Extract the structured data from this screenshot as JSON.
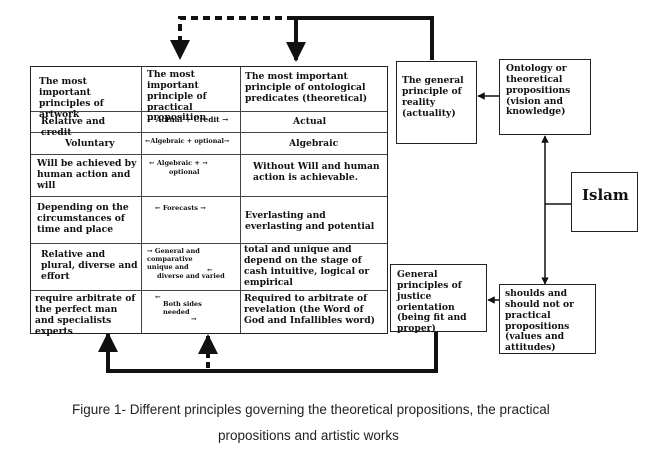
{
  "table": {
    "headers": [
      "The most important principles of artwork",
      "The most important principle of practical proposition",
      "The most important principle of ontological predicates (theoretical)"
    ],
    "rows": [
      {
        "artwork": "Relative and credit",
        "practical": "← Actual + Credit →",
        "theoretical": "Actual"
      },
      {
        "artwork": "Voluntary",
        "practical": "←Algebraic + optional→",
        "theoretical": "Algebraic"
      },
      {
        "artwork": "Will be achieved by human action and will",
        "practical_a": "←       Algebraic +       →",
        "practical_b": "optional",
        "theoretical": "Without Will and human action is achievable."
      },
      {
        "artwork": "Depending on the circumstances of time and place",
        "practical": "←      Forecasts      →",
        "theoretical": "Everlasting and everlasting and potential"
      },
      {
        "artwork": "Relative and plural, diverse and effort",
        "practical_a": "→ General and comparative unique and",
        "practical_b": "diverse and varied",
        "practical_c": "←",
        "theoretical": "total and unique and depend on the stage of cash intuitive, logical or empirical"
      },
      {
        "artwork": "require arbitrate of the perfect man and specialists experts",
        "practical_a": "←",
        "practical_b": "Both sides needed",
        "practical_c": "→",
        "theoretical": "Required to arbitrate of revelation (the Word of God and Infallibles word)"
      }
    ]
  },
  "boxes": {
    "general_reality": "The general principle of reality (actuality)",
    "ontology": "Ontology or theoretical propositions (vision and knowledge)",
    "islam": "Islam",
    "justice": "General principles of justice orientation (being fit and proper)",
    "shoulds": "shoulds and should not or practical propositions (values and attitudes)"
  },
  "caption": {
    "line1": "Figure 1- Different principles governing the theoretical propositions, the practical",
    "line2": "propositions and artistic works"
  }
}
